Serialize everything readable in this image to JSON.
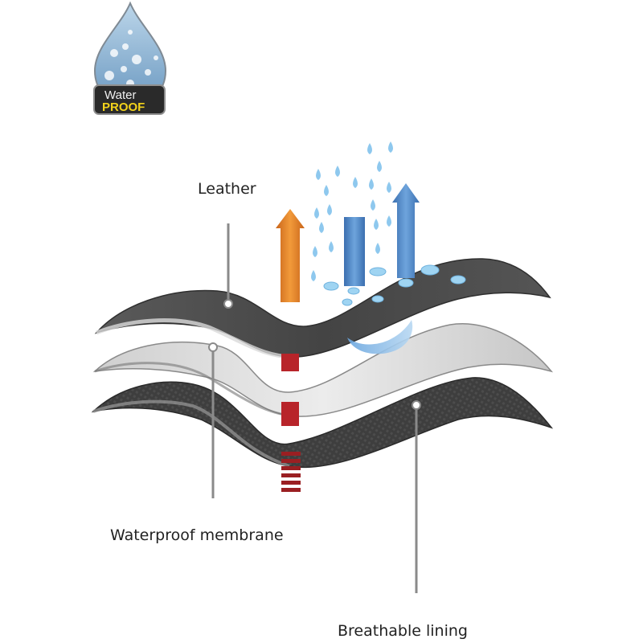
{
  "badge": {
    "line1": "Water",
    "line2": "PROOF",
    "icon": "waterproof-drop-icon"
  },
  "labels": {
    "leather": "Leather",
    "membrane": "Waterproof membrane",
    "lining": "Breathable lining"
  },
  "colors": {
    "leather_layer": "#4a4a4a",
    "membrane_layer": "#d8d8d8",
    "lining_layer": "#3c3c3c",
    "heat_arrow": "#e07a1e",
    "vapour_arrow": "#4f86c6",
    "water_drop": "#8ec8ee",
    "badge_yellow": "#f2d21b"
  }
}
